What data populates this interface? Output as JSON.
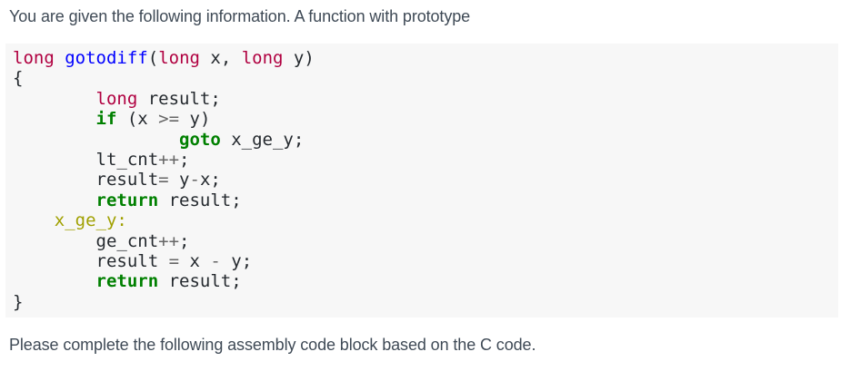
{
  "intro": {
    "text": "You are given the following information. A function with prototype"
  },
  "outro": {
    "text": "Please complete the following assembly code block based on the C code."
  },
  "colors": {
    "page_background": "#ffffff",
    "code_background": "#f7f7f7",
    "prose_text": "#3f4a56",
    "code_plain": "#24292e",
    "code_type_keyword": "#B00040",
    "code_function_name": "#0000FF",
    "code_keyword": "#008000",
    "code_operator": "#666666",
    "code_label": "#A0A000"
  },
  "code": {
    "language": "c",
    "lines": [
      [
        {
          "t": "long",
          "c": "kt"
        },
        {
          "t": " ",
          "c": "pl"
        },
        {
          "t": "gotodiff",
          "c": "nf"
        },
        {
          "t": "(",
          "c": "pl"
        },
        {
          "t": "long",
          "c": "kt"
        },
        {
          "t": " x, ",
          "c": "pl"
        },
        {
          "t": "long",
          "c": "kt"
        },
        {
          "t": " y)",
          "c": "pl"
        }
      ],
      [
        {
          "t": "{",
          "c": "pl"
        }
      ],
      [
        {
          "t": "        ",
          "c": "pl"
        },
        {
          "t": "long",
          "c": "kt"
        },
        {
          "t": " result;",
          "c": "pl"
        }
      ],
      [
        {
          "t": "        ",
          "c": "pl"
        },
        {
          "t": "if",
          "c": "k"
        },
        {
          "t": " (x ",
          "c": "pl"
        },
        {
          "t": ">=",
          "c": "o"
        },
        {
          "t": " y)",
          "c": "pl"
        }
      ],
      [
        {
          "t": "                ",
          "c": "pl"
        },
        {
          "t": "goto",
          "c": "k"
        },
        {
          "t": " x_ge_y;",
          "c": "pl"
        }
      ],
      [
        {
          "t": "        lt_cnt",
          "c": "pl"
        },
        {
          "t": "++",
          "c": "o"
        },
        {
          "t": ";",
          "c": "pl"
        }
      ],
      [
        {
          "t": "        result",
          "c": "pl"
        },
        {
          "t": "=",
          "c": "o"
        },
        {
          "t": " y",
          "c": "pl"
        },
        {
          "t": "-",
          "c": "o"
        },
        {
          "t": "x;",
          "c": "pl"
        }
      ],
      [
        {
          "t": "        ",
          "c": "pl"
        },
        {
          "t": "return",
          "c": "k"
        },
        {
          "t": " result;",
          "c": "pl"
        }
      ],
      [
        {
          "t": "    ",
          "c": "pl"
        },
        {
          "t": "x_ge_y:",
          "c": "nl"
        }
      ],
      [
        {
          "t": "        ge_cnt",
          "c": "pl"
        },
        {
          "t": "++",
          "c": "o"
        },
        {
          "t": ";",
          "c": "pl"
        }
      ],
      [
        {
          "t": "        result ",
          "c": "pl"
        },
        {
          "t": "=",
          "c": "o"
        },
        {
          "t": " x ",
          "c": "pl"
        },
        {
          "t": "-",
          "c": "o"
        },
        {
          "t": " y;",
          "c": "pl"
        }
      ],
      [
        {
          "t": "        ",
          "c": "pl"
        },
        {
          "t": "return",
          "c": "k"
        },
        {
          "t": " result;",
          "c": "pl"
        }
      ],
      [
        {
          "t": "}",
          "c": "pl"
        }
      ]
    ]
  }
}
